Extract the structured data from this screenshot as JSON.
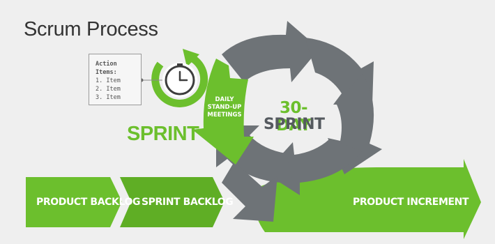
{
  "title": "Scrum Process",
  "action_items": {
    "heading": "Action Items:",
    "items": [
      "1. Item",
      "2. Item",
      "3. Item"
    ]
  },
  "daily_meetings": [
    "DAILY",
    "STAND-UP",
    "MEETINGS"
  ],
  "sprint_label": "SPRINT",
  "cycle": {
    "line1": "30-DAY",
    "line2": "SPRINT"
  },
  "flow": [
    "PRODUCT BACKLOG",
    "SPRINT BACKLOG",
    "PRODUCT INCREMENT"
  ],
  "icons": [
    "clock-icon",
    "refresh-arrow-icon"
  ],
  "colors": {
    "green": "#6cbf2d",
    "gray": "#6e7377",
    "background": "#efefef",
    "text": "#333333"
  }
}
